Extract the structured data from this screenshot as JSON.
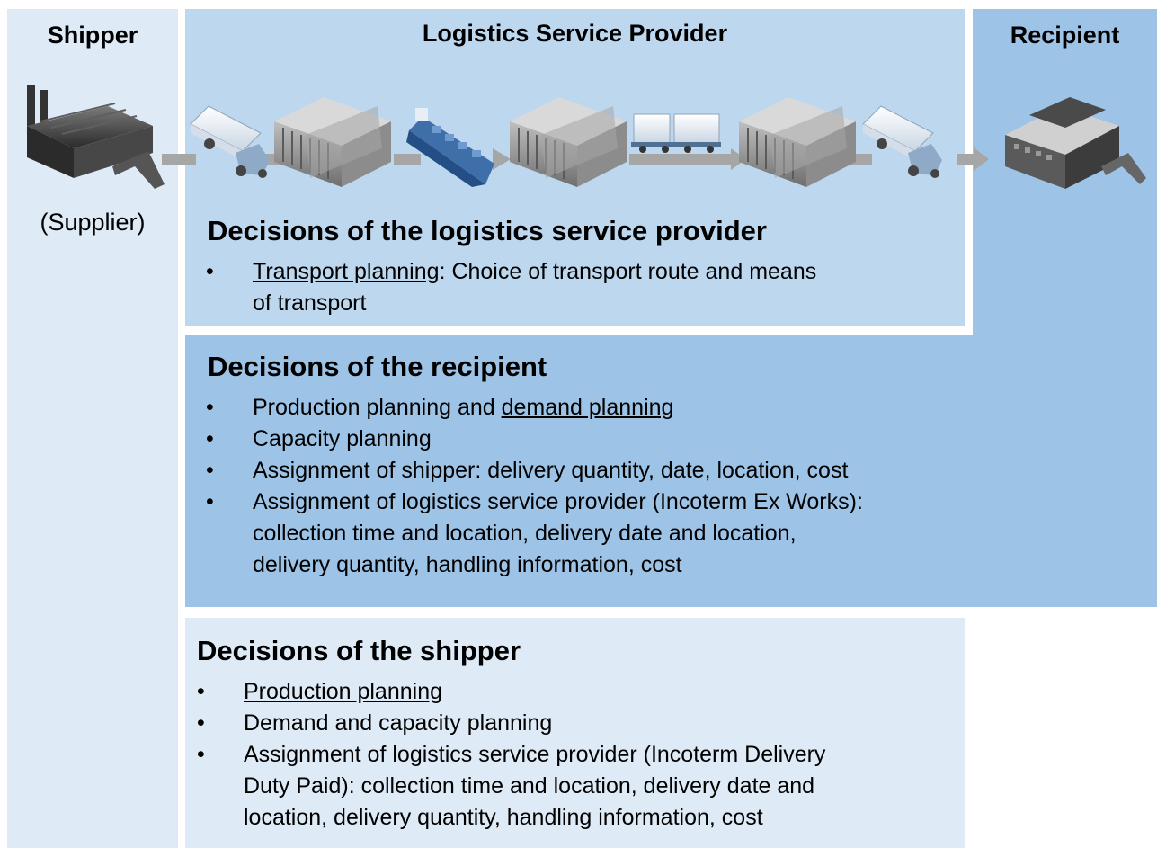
{
  "columns": {
    "shipper": {
      "title": "Shipper",
      "subtitle": "(Supplier)"
    },
    "lsp": {
      "title": "Logistics Service Provider"
    },
    "recipient": {
      "title": "Recipient"
    }
  },
  "flow_icons": [
    "factory-icon",
    "truck-icon",
    "warehouse-icon",
    "ship-icon",
    "warehouse-icon",
    "train-icon",
    "warehouse-icon",
    "truck-icon",
    "plant-icon"
  ],
  "colors": {
    "light_blue": "#deeaf6",
    "mid_blue": "#bdd7ee",
    "dark_blue": "#9dc3e6",
    "arrow_gray": "#a6a6a6"
  },
  "sections": {
    "lsp": {
      "heading": "Decisions of the logistics service provider",
      "items": [
        {
          "lines": [
            {
              "underlined": "Transport planning",
              "rest": ": Choice of transport route and means"
            },
            {
              "text": "of transport"
            }
          ]
        }
      ]
    },
    "recipient": {
      "heading": "Decisions of the recipient",
      "items": [
        {
          "prefix": "Production planning and ",
          "underlined": "demand planning"
        },
        {
          "text": "Capacity planning"
        },
        {
          "text": "Assignment of shipper: delivery quantity, date, location, cost"
        },
        {
          "lines": [
            "Assignment of logistics service provider (Incoterm Ex Works):",
            "collection time and location, delivery date and location,",
            "delivery quantity, handling information, cost"
          ]
        }
      ]
    },
    "shipper": {
      "heading": "Decisions of the shipper",
      "items": [
        {
          "underlined": "Production planning"
        },
        {
          "text": "Demand and capacity planning"
        },
        {
          "lines": [
            "Assignment of logistics service provider (Incoterm Delivery",
            "Duty Paid): collection time and location, delivery date and",
            "location, delivery quantity, handling information, cost"
          ]
        }
      ]
    }
  }
}
